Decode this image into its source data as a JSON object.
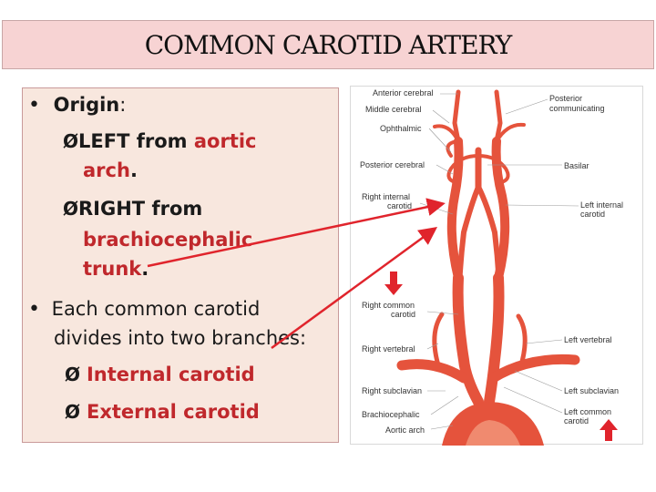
{
  "title": "COMMON CAROTID ARTERY",
  "text": {
    "bullet1_label": "Origin",
    "bullet1_colon": ":",
    "left_word": "LEFT",
    "left_from": " from ",
    "left_red1": "aortic",
    "left_red2": "arch",
    "left_dot": ".",
    "right_word": "RIGHT",
    "right_from": " from",
    "right_red1": "brachiocephalic",
    "right_red2": "trunk",
    "right_dot": ".",
    "bullet2_line1": " Each common carotid",
    "bullet2_line2": "divides into two branches:",
    "branch1": "Internal carotid",
    "branch2": "External carotid"
  },
  "diagram_labels": {
    "anterior_cerebral": "Anterior cerebral",
    "middle_cerebral": "Middle cerebral",
    "ophthalmic": "Ophthalmic",
    "posterior_cerebral": "Posterior cerebral",
    "right_internal_carotid_1": "Right internal",
    "right_internal_carotid_2": "carotid",
    "right_common_1": "Right common",
    "right_common_2": "carotid",
    "right_vertebral": "Right vertebral",
    "right_subclavian": "Right subclavian",
    "brachiocephalic": "Brachiocephalic",
    "aortic_arch": "Aortic arch",
    "posterior_communicating_1": "Posterior",
    "posterior_communicating_2": "communicating",
    "basilar": "Basilar",
    "left_internal_1": "Left internal",
    "left_internal_2": "carotid",
    "left_vertebral": "Left vertebral",
    "left_subclavian": "Left subclavian",
    "left_common_1": "Left common",
    "left_common_2": "carotid"
  },
  "colors": {
    "artery": "#e5533c",
    "artery_light": "#f08a6f",
    "annotation_arrow": "#e0242c",
    "title_bg": "#f7d3d3",
    "panel_bg": "#f8e7de",
    "emphasis_red": "#c0282c"
  }
}
